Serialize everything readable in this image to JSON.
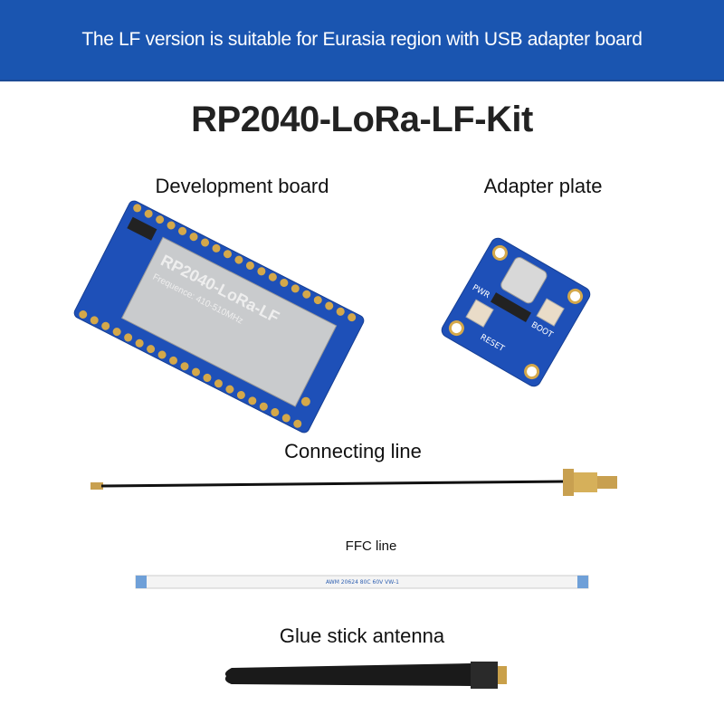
{
  "banner": {
    "text": "The LF version is suitable for Eurasia region with USB adapter board",
    "color": "#1a55b0"
  },
  "title": "RP2040-LoRa-LF-Kit",
  "items": [
    {
      "label": "Development board",
      "board_marking": "RP2040-LoRa-LF",
      "frequency_marking": "Frequence: 410-510MHz"
    },
    {
      "label": "Adapter plate",
      "markings": [
        "PWR",
        "BOOT",
        "RESET"
      ]
    },
    {
      "label": "Connecting line"
    },
    {
      "label": "FFC line",
      "marking": "AWM 20624 80C 60V VW-1"
    },
    {
      "label": "Glue stick antenna"
    }
  ]
}
